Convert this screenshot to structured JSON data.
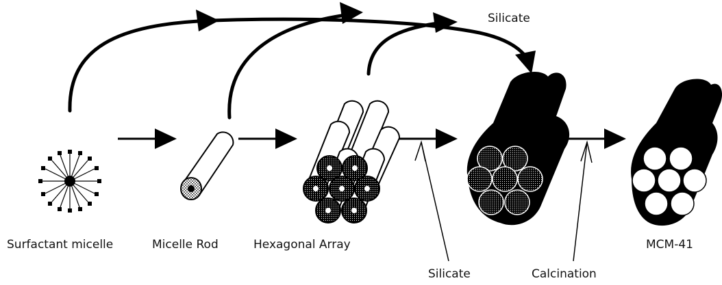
{
  "labels": {
    "surfactant_micelle": "Surfactant micelle",
    "micelle_rod": "Micelle Rod",
    "hexagonal_array": "Hexagonal Array",
    "mcm41": "MCM-41",
    "silicate_top": "Silicate",
    "silicate_bottom": "Silicate",
    "calcination": "Calcination"
  },
  "colors": {
    "ink": "#000000",
    "background": "#ffffff"
  }
}
